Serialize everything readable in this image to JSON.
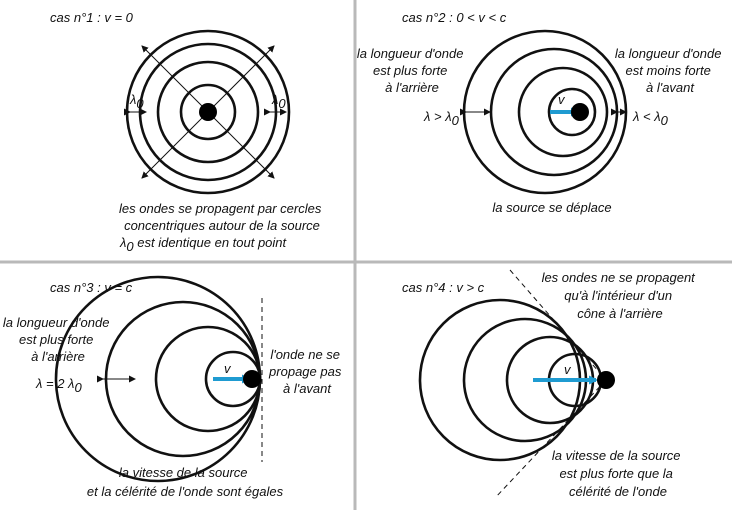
{
  "colors": {
    "wave": "#111111",
    "divider": "#b9b9b9",
    "velocity_arrow": "#1f9bd1"
  },
  "case1": {
    "title": "cas n°1 : v = 0",
    "lambda_symbol": "λ",
    "lambda_sub": "0",
    "caption": [
      "les ondes se propagent par cercles",
      "concentriques autour de la source"
    ],
    "caption_symbol": "λ",
    "caption_sub": "0",
    "caption_rest": " est identique en tout point"
  },
  "case2": {
    "title": "cas n°2 : 0 < v < c",
    "left_note": [
      "la longueur d'onde",
      "est plus forte",
      "à l'arrière"
    ],
    "right_note": [
      "la longueur d'onde",
      "est moins forte",
      "à l'avant"
    ],
    "left_relation": "λ > λ",
    "left_relation_sub": "0",
    "right_relation": "λ < λ",
    "right_relation_sub": "0",
    "velocity_label": "v",
    "caption": "la source se déplace"
  },
  "case3": {
    "title": "cas n°3 : v = c",
    "left_note": [
      "la longueur d'onde",
      "est plus forte",
      "à l'arrière"
    ],
    "relation": "λ = 2 λ",
    "relation_sub": "0",
    "right_note": [
      "l'onde ne se",
      "propage pas",
      "à l'avant"
    ],
    "velocity_label": "v",
    "caption": [
      "la vitesse de la source",
      "et la célérité de l'onde sont égales"
    ]
  },
  "case4": {
    "title": "cas n°4 : v > c",
    "top_note": [
      "les ondes ne se propagent",
      "qu'à l'intérieur d'un",
      "cône à l'arrière"
    ],
    "bottom_note": [
      "la vitesse de la source",
      "est plus forte que la",
      "célérité de l'onde"
    ],
    "velocity_label": "v"
  }
}
